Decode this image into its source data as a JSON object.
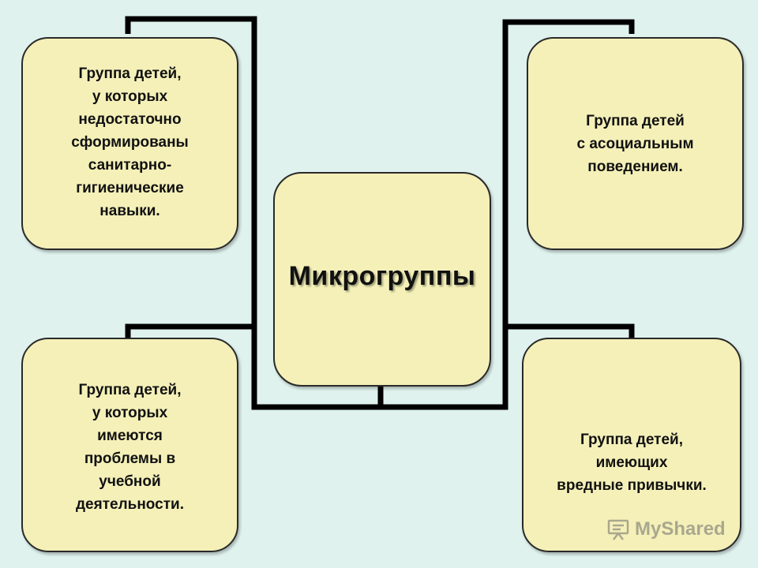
{
  "center": {
    "title": "Микрогруппы"
  },
  "boxes": {
    "top_left": {
      "lines": [
        "Группа детей,",
        "у которых",
        "недостаточно",
        "сформированы",
        "санитарно-",
        "гигиенические",
        "навыки."
      ]
    },
    "top_right": {
      "lines": [
        "Группа детей",
        "с асоциальным",
        "поведением."
      ]
    },
    "bottom_left": {
      "lines": [
        "Группа детей,",
        "у которых",
        "имеются",
        "проблемы в",
        "учебной",
        "деятельности."
      ]
    },
    "bottom_right": {
      "lines": [
        "Группа детей,",
        "имеющих",
        "вредные привычки."
      ]
    }
  },
  "watermark": {
    "text": "MyShared",
    "icon": "presentation-board-icon"
  },
  "colors": {
    "background": "#dff2ee",
    "box_fill": "#f4f0b8",
    "connector": "#000000"
  }
}
